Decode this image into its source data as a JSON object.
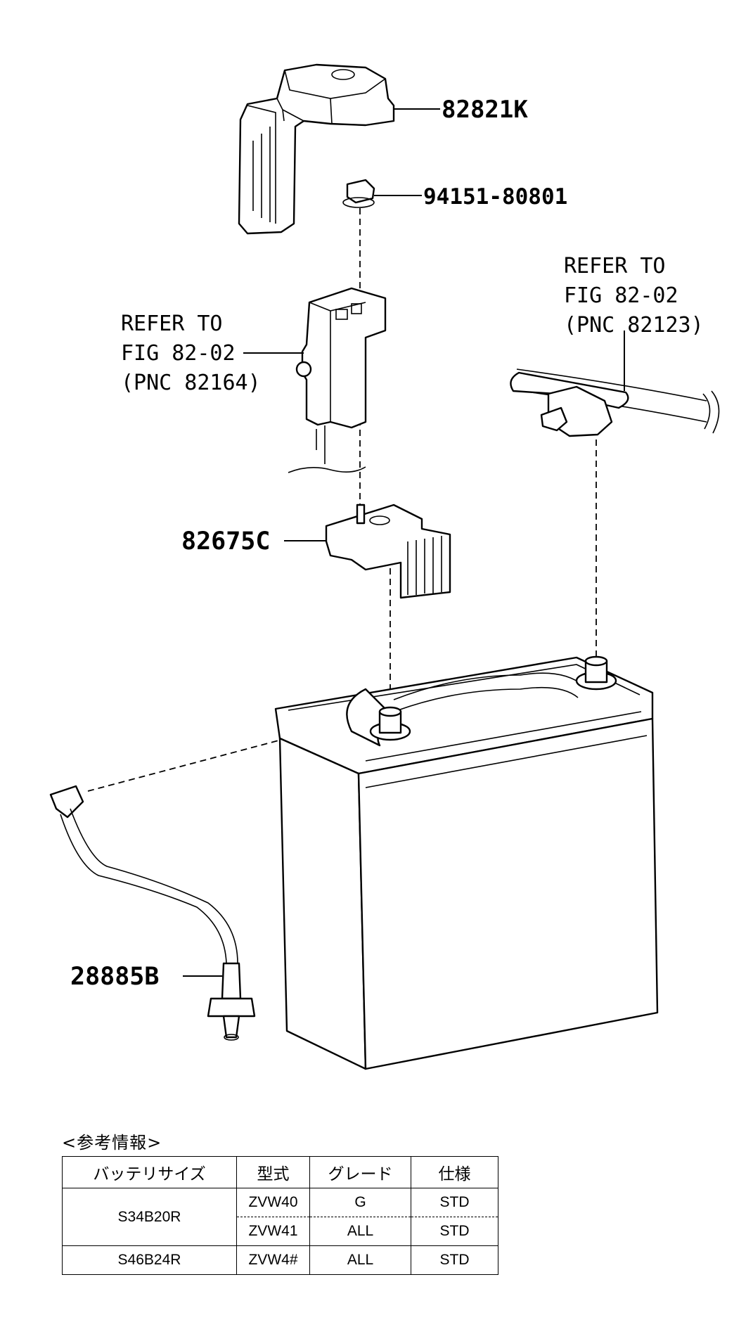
{
  "callouts": {
    "cover": "82821K",
    "bolt": "94151-80801",
    "bracket": "82675C",
    "hose": "28885B"
  },
  "refer_left": {
    "line1": "REFER TO",
    "line2": "FIG 82-02",
    "line3": "(PNC 82164)"
  },
  "refer_right": {
    "line1": "REFER TO",
    "line2": "FIG 82-02",
    "line3": "(PNC 82123)"
  },
  "reference_table": {
    "title": "<参考情報>",
    "headers": [
      "バッテリサイズ",
      "型式",
      "グレード",
      "仕様"
    ],
    "rows": [
      {
        "battery": "S34B20R",
        "model": "ZVW40",
        "grade": "G",
        "spec": "STD"
      },
      {
        "battery": "",
        "model": "ZVW41",
        "grade": "ALL",
        "spec": "STD"
      },
      {
        "battery": "S46B24R",
        "model": "ZVW4#",
        "grade": "ALL",
        "spec": "STD"
      }
    ]
  }
}
